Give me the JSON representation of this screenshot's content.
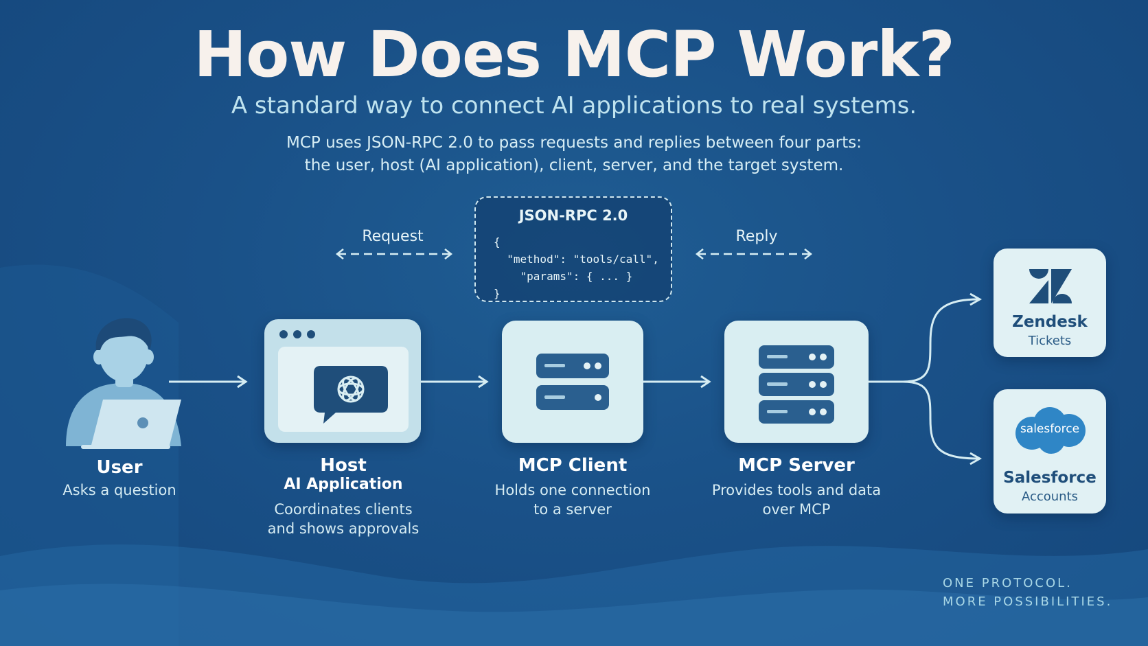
{
  "title": "How Does MCP Work?",
  "subtitle": "A standard way to connect AI applications to real systems.",
  "description": {
    "line1": "MCP uses JSON-RPC 2.0 to pass requests and replies between four parts:",
    "line2": "the user, host (AI application), client, server, and the target system."
  },
  "json_box": {
    "title": "JSON-RPC 2.0",
    "code": "{\n  \"method\": \"tools/call\",\n    \"params\": { ... }\n}"
  },
  "flow_labels": {
    "request": "Request",
    "reply": "Reply"
  },
  "nodes": {
    "user": {
      "title": "User",
      "subtitle": "Asks a question",
      "icon": "person-with-laptop-icon"
    },
    "host": {
      "title": "Host",
      "subtitle_bold": "AI Application",
      "line1": "Coordinates clients",
      "line2": "and shows approvals",
      "icon": "chat-app-window-icon"
    },
    "client": {
      "title": "MCP Client",
      "line1": "Holds one connection",
      "line2": "to a server",
      "icon": "server-two-rack-icon"
    },
    "server": {
      "title": "MCP Server",
      "line1": "Provides tools and data",
      "line2": "over MCP",
      "icon": "server-three-rack-icon"
    }
  },
  "targets": {
    "zendesk": {
      "name": "Zendesk",
      "sub": "Tickets",
      "icon": "zendesk-logo-icon"
    },
    "salesforce": {
      "name": "Salesforce",
      "sub": "Accounts",
      "logo_text": "salesforce",
      "icon": "salesforce-cloud-logo-icon"
    }
  },
  "tagline": {
    "line1": "ONE PROTOCOL.",
    "line2": "MORE POSSIBILITIES."
  },
  "colors": {
    "background": "#1a5188",
    "card": "#d9eef2",
    "accent_dark": "#1d4d7c",
    "text_light": "#bfe3ef"
  }
}
